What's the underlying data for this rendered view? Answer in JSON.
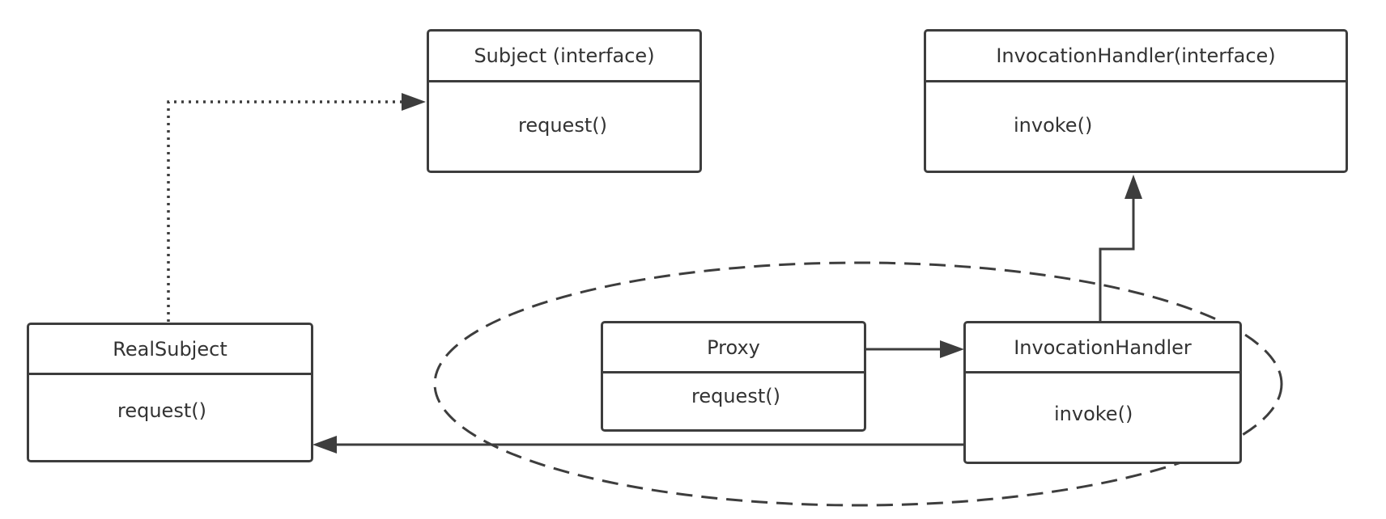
{
  "colors": {
    "stroke": "#3d3d3d",
    "text": "#333333",
    "background": "#ffffff"
  },
  "boxes": {
    "subject": {
      "title": "Subject (interface)",
      "method": "request()"
    },
    "invocation_handler_interface": {
      "title": "InvocationHandler(interface)",
      "method": "invoke()"
    },
    "real_subject": {
      "title": "RealSubject",
      "method": "request()"
    },
    "proxy": {
      "title": "Proxy",
      "method": "request()"
    },
    "invocation_handler": {
      "title": "InvocationHandler",
      "method": "invoke()"
    }
  },
  "connectors": [
    {
      "from": "RealSubject",
      "to": "Subject (interface)",
      "style": "dotted",
      "head": "filled-arrow"
    },
    {
      "from": "Proxy",
      "to": "InvocationHandler",
      "style": "solid",
      "head": "filled-arrow"
    },
    {
      "from": "InvocationHandler",
      "to": "InvocationHandler(interface)",
      "style": "solid",
      "head": "filled-arrow"
    },
    {
      "from": "InvocationHandler",
      "to": "RealSubject",
      "style": "solid",
      "head": "filled-arrow"
    }
  ],
  "grouping": {
    "shape": "ellipse",
    "style": "dashed",
    "encloses": [
      "Proxy",
      "InvocationHandler"
    ]
  }
}
